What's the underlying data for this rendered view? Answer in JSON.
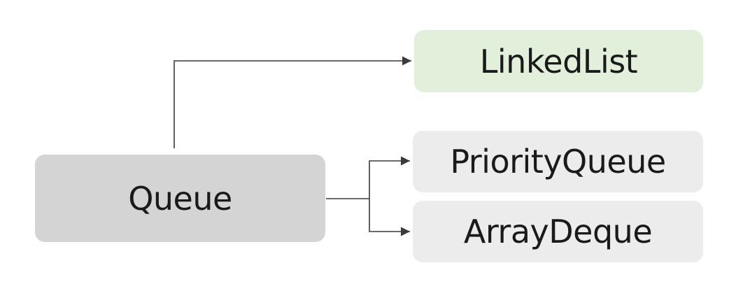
{
  "nodes": {
    "queue": {
      "label": "Queue",
      "color": "#d4d4d4"
    },
    "linkedlist": {
      "label": "LinkedList",
      "color": "#e2efda"
    },
    "priorityqueue": {
      "label": "PriorityQueue",
      "color": "#ececec"
    },
    "arraydeque": {
      "label": "ArrayDeque",
      "color": "#ececec"
    }
  },
  "edges": [
    {
      "from": "Queue",
      "to": "LinkedList"
    },
    {
      "from": "Queue",
      "to": "PriorityQueue"
    },
    {
      "from": "Queue",
      "to": "ArrayDeque"
    }
  ],
  "colors": {
    "line": "#3a3a3a",
    "text": "#1a1a1a"
  }
}
